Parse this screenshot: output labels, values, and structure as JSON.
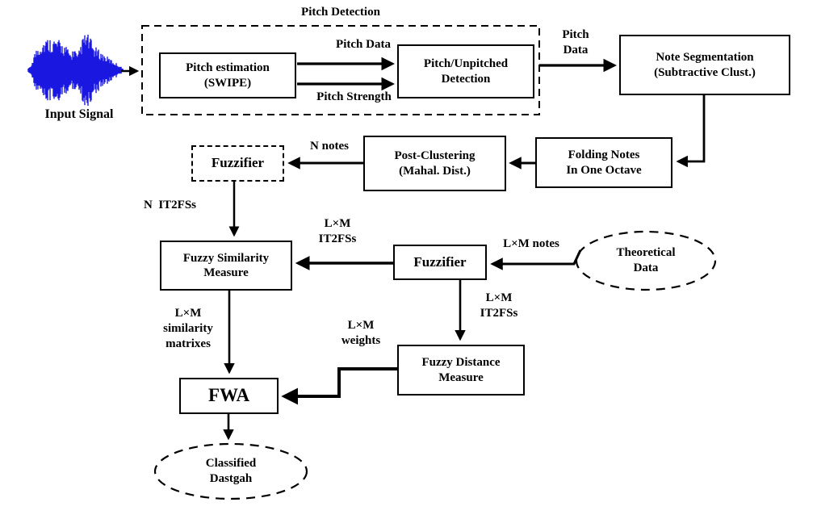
{
  "colors": {
    "ink": "#000000",
    "waveform_blue": "#1a18e0",
    "background": "#ffffff"
  },
  "group_title": "Pitch Detection",
  "input_signal": {
    "caption": "Input Signal",
    "icon": "audio-waveform-icon"
  },
  "nodes": {
    "pitch_estimation": {
      "lines": [
        "Pitch estimation",
        "(SWIPE)"
      ]
    },
    "pitch_unpitched_detection": {
      "lines": [
        "Pitch/Unpitched",
        "Detection"
      ]
    },
    "note_segmentation": {
      "lines": [
        "Note Segmentation",
        "(Subtractive Clust.)"
      ]
    },
    "folding_notes": {
      "lines": [
        "Folding Notes",
        "In One Octave"
      ]
    },
    "post_clustering": {
      "lines": [
        "Post-Clustering",
        "(Mahal. Dist.)"
      ]
    },
    "fuzzifier_input": {
      "label": "Fuzzifier"
    },
    "fuzzy_similarity_measure": {
      "lines": [
        "Fuzzy Similarity",
        "Measure"
      ]
    },
    "fuzzifier_theoretical": {
      "label": "Fuzzifier"
    },
    "theoretical_data": {
      "lines": [
        "Theoretical",
        "Data"
      ]
    },
    "fuzzy_distance_measure": {
      "lines": [
        "Fuzzy Distance",
        "Measure"
      ]
    },
    "fwa": {
      "label": "FWA"
    },
    "classified_dastgah": {
      "lines": [
        "Classified",
        "Dastgah"
      ]
    }
  },
  "edge_labels": {
    "pitch_data_top": "Pitch Data",
    "pitch_strength": "Pitch Strength",
    "pitch_data_right": {
      "lines": [
        "Pitch",
        "Data"
      ]
    },
    "n_notes": "N notes",
    "n_it2fss": "N  IT2FSs",
    "lm_it2fss_to_similarity": {
      "lines": [
        "L×M",
        "IT2FSs"
      ]
    },
    "lm_notes": "L×M notes",
    "lm_it2fss_to_distance": {
      "lines": [
        "L×M",
        "IT2FSs"
      ]
    },
    "lm_similarity_matrixes": {
      "lines": [
        "L×M",
        "similarity",
        "matrixes"
      ]
    },
    "lm_weights": {
      "lines": [
        "L×M",
        "weights"
      ]
    }
  }
}
